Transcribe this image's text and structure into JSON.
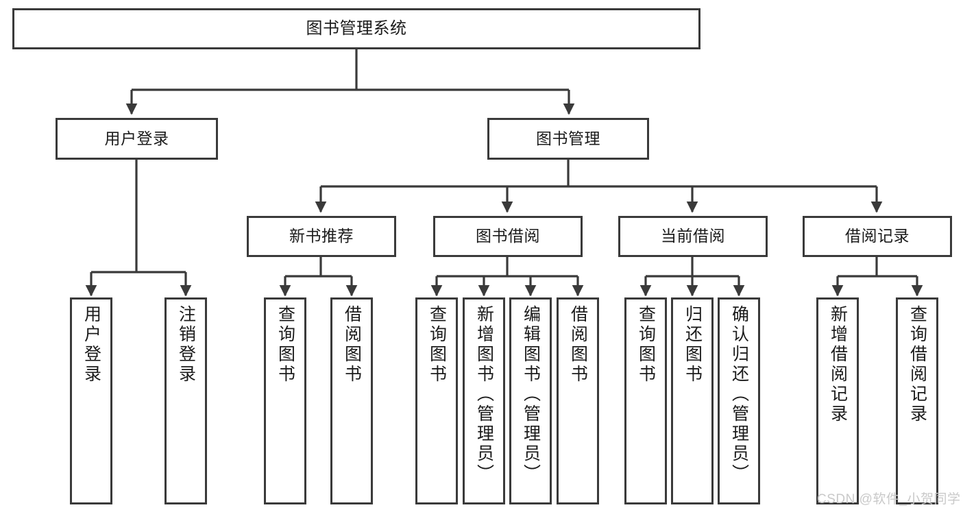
{
  "diagram": {
    "type": "hierarchy-tree",
    "title": "图书管理系统",
    "watermark": "CSDN @软件_小贺同学",
    "colors": {
      "background": "#ffffff",
      "border": "#3a3a3a",
      "text": "#1b1b1b",
      "connector": "#3a3a3a",
      "watermark": "#c9c9c9"
    },
    "levels": {
      "level0": [
        {
          "id": "root",
          "label": "图书管理系统",
          "orientation": "horizontal"
        }
      ],
      "level1": [
        {
          "id": "user-login",
          "label": "用户登录",
          "orientation": "horizontal",
          "parent": "root"
        },
        {
          "id": "book-manage",
          "label": "图书管理",
          "orientation": "horizontal",
          "parent": "root"
        }
      ],
      "level2": [
        {
          "id": "new-book-rec",
          "label": "新书推荐",
          "orientation": "horizontal",
          "parent": "book-manage"
        },
        {
          "id": "book-borrow",
          "label": "图书借阅",
          "orientation": "horizontal",
          "parent": "book-manage"
        },
        {
          "id": "current-borrow",
          "label": "当前借阅",
          "orientation": "horizontal",
          "parent": "book-manage"
        },
        {
          "id": "borrow-record",
          "label": "借阅记录",
          "orientation": "horizontal",
          "parent": "book-manage"
        }
      ],
      "level3": [
        {
          "id": "leaf-user-login",
          "label": "用户登录",
          "orientation": "vertical",
          "parent": "user-login"
        },
        {
          "id": "leaf-user-logout",
          "label": "注销登录",
          "orientation": "vertical",
          "parent": "user-login"
        },
        {
          "id": "leaf-query-book-1",
          "label": "查询图书",
          "orientation": "vertical",
          "parent": "new-book-rec"
        },
        {
          "id": "leaf-borrow-book-1",
          "label": "借阅图书",
          "orientation": "vertical",
          "parent": "new-book-rec"
        },
        {
          "id": "leaf-query-book-2",
          "label": "查询图书",
          "orientation": "vertical",
          "parent": "book-borrow"
        },
        {
          "id": "leaf-add-book",
          "label": "新增图书（管理员）",
          "orientation": "vertical",
          "parent": "book-borrow"
        },
        {
          "id": "leaf-edit-book",
          "label": "编辑图书（管理员）",
          "orientation": "vertical",
          "parent": "book-borrow"
        },
        {
          "id": "leaf-borrow-book-2",
          "label": "借阅图书",
          "orientation": "vertical",
          "parent": "book-borrow"
        },
        {
          "id": "leaf-query-book-3",
          "label": "查询图书",
          "orientation": "vertical",
          "parent": "current-borrow"
        },
        {
          "id": "leaf-return-book",
          "label": "归还图书",
          "orientation": "vertical",
          "parent": "current-borrow"
        },
        {
          "id": "leaf-confirm-return",
          "label": "确认归还（管理员）",
          "orientation": "vertical",
          "parent": "current-borrow"
        },
        {
          "id": "leaf-add-record",
          "label": "新增借阅记录",
          "orientation": "vertical",
          "parent": "borrow-record"
        },
        {
          "id": "leaf-query-record",
          "label": "查询借阅记录",
          "orientation": "vertical",
          "parent": "borrow-record"
        }
      ]
    }
  }
}
